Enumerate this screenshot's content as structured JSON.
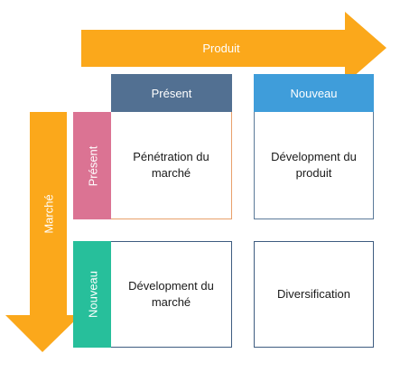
{
  "axes": {
    "horizontal_label": "Produit",
    "vertical_label": "Marché"
  },
  "columns": {
    "present": "Présent",
    "new": "Nouveau"
  },
  "rows": {
    "present": "Présent",
    "new": "Nouveau"
  },
  "cells": {
    "present_present": "Pénétration du marché",
    "present_new": "Dévelopment du produit",
    "new_present": "Dévelopment du marché",
    "new_new": "Diversification"
  },
  "colors": {
    "arrow": "#FBA81B",
    "column_present": "#527092",
    "column_new": "#3F9DDA",
    "row_present": "#DB7393",
    "row_new": "#27BF9B"
  }
}
